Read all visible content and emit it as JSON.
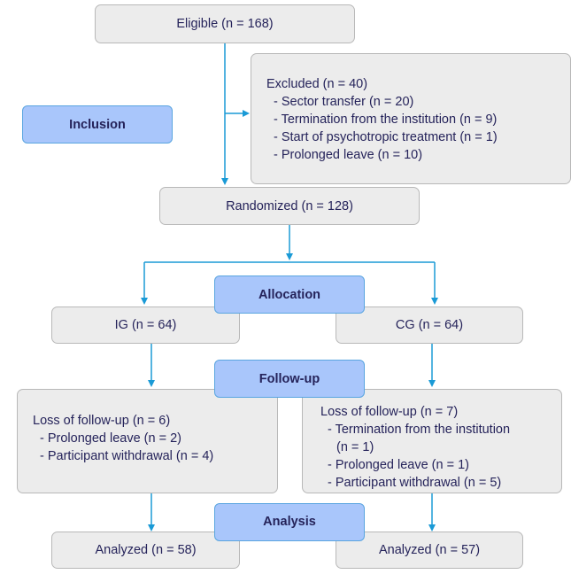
{
  "colors": {
    "connector": "#1a9ad6",
    "box_fill": "#ececec",
    "box_border": "#b8b8b8",
    "stage_fill": "#a9c6fb",
    "stage_border": "#5aa5e0",
    "text": "#25235a"
  },
  "stages": {
    "inclusion": "Inclusion",
    "allocation": "Allocation",
    "follow_up": "Follow-up",
    "analysis": "Analysis"
  },
  "eligible": "Eligible (n = 168)",
  "excluded": {
    "title": "Excluded (n = 40)",
    "items": [
      "- Sector transfer (n = 20)",
      "- Termination from the institution (n = 9)",
      "- Start of psychotropic treatment (n = 1)",
      "- Prolonged leave (n = 10)"
    ]
  },
  "randomized": "Randomized (n = 128)",
  "groups": {
    "ig": {
      "label": "IG (n = 64)",
      "loss": {
        "title": "Loss of follow-up (n = 6)",
        "items": [
          "- Prolonged leave (n = 2)",
          "- Participant withdrawal (n = 4)"
        ]
      },
      "analyzed": "Analyzed (n = 58)"
    },
    "cg": {
      "label": "CG (n = 64)",
      "loss": {
        "title": "Loss of follow-up (n = 7)",
        "items": [
          "- Termination from the institution",
          "(n = 1)",
          "- Prolonged leave (n = 1)",
          "- Participant withdrawal (n = 5)"
        ]
      },
      "analyzed": "Analyzed (n = 57)"
    }
  }
}
